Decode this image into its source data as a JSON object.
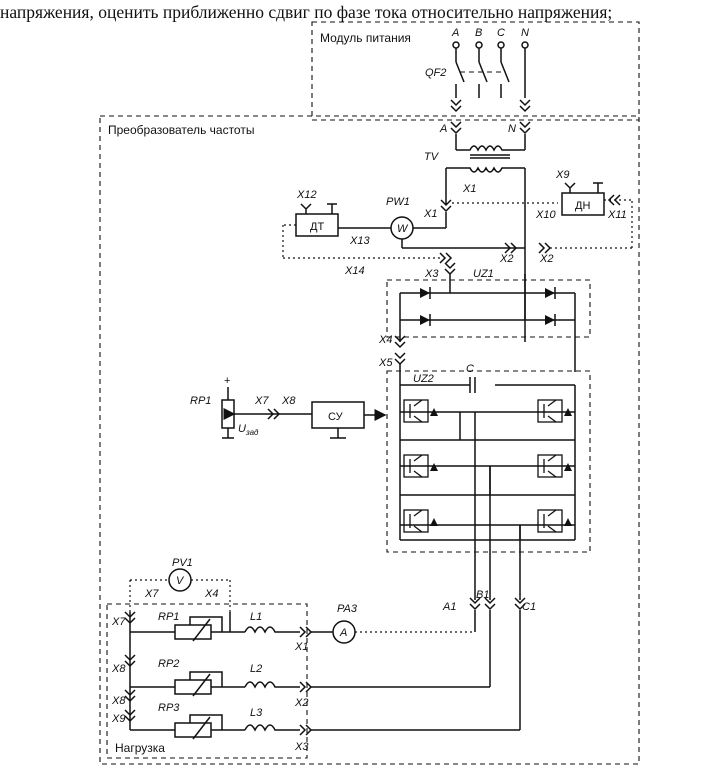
{
  "header_text": "напряжения, оценить приближенно сдвиг по фазе тока относительно напряжения;",
  "modules": {
    "power": "Модуль питания",
    "converter": "Преобразователь частоты",
    "load": "Нагрузка"
  },
  "phases": {
    "a": "A",
    "b": "B",
    "c": "C",
    "n": "N"
  },
  "components": {
    "qf2": "QF2",
    "tv": "TV",
    "pw1": "PW1",
    "dt": "ДТ",
    "dn": "ДН",
    "uz1": "UZ1",
    "uz2": "UZ2",
    "cap": "C",
    "su": "СУ",
    "rp1_top": "RP1",
    "pv1": "PV1",
    "pa3": "PA3",
    "rp1": "RP1",
    "rp2": "RP2",
    "rp3": "RP3",
    "l1": "L1",
    "l2": "L2",
    "l3": "L3",
    "w_sym": "W",
    "v_sym": "V",
    "a_sym": "A",
    "plus": "+"
  },
  "connectors": {
    "a_in": "A",
    "n_in": "N",
    "x1": "X1",
    "x1b": "X1",
    "x2": "X2",
    "x2b": "X2",
    "x3": "X3",
    "x4": "X4",
    "x5": "X5",
    "x7": "X7",
    "x8": "X8",
    "x9": "X9",
    "x10": "X10",
    "x11": "X11",
    "x12": "X12",
    "x13": "X13",
    "x14": "X14",
    "pv_x7": "X7",
    "pv_x4": "X4",
    "load_x7": "X7",
    "load_x8": "X8",
    "load_x8b": "X8",
    "load_x9": "X9",
    "load_x1": "X1",
    "load_x2": "X2",
    "load_x3": "X3",
    "a1": "A1",
    "b1": "B1",
    "c1": "C1"
  },
  "signals": {
    "uzad_u": "U",
    "uzad_sub": "зад"
  }
}
